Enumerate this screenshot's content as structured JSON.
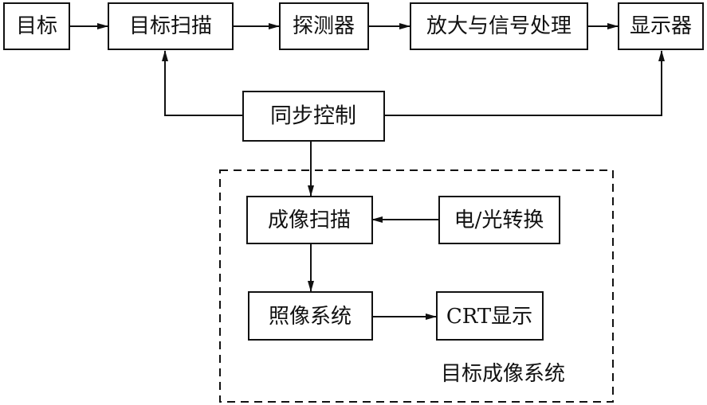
{
  "diagram": {
    "nodes": {
      "target": "目标",
      "target_scan": "目标扫描",
      "detector": "探测器",
      "amplify": "放大与信号处理",
      "display": "显示器",
      "sync": "同步控制",
      "imaging_scan": "成像扫描",
      "eo_convert": "电/光转换",
      "imaging_system": "照像系统",
      "crt": "CRT显示"
    },
    "group_label": "目标成像系统",
    "colors": {
      "ink": "#111111",
      "background": "#ffffff"
    }
  }
}
